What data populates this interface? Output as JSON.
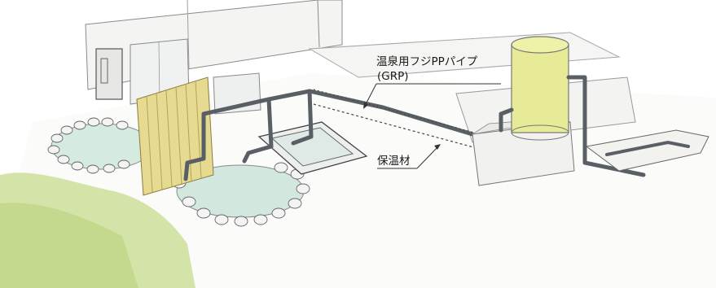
{
  "labels": {
    "pipe_line1": "温泉用フジPPパイプ",
    "pipe_line2": "(GRP)",
    "insulation": "保温材"
  },
  "colors": {
    "tank": "#e8eb9a",
    "fence": "#e2d68a",
    "water": "#cfe6dc",
    "grass": "#cfe0a0",
    "pipe": "#555a60",
    "line": "#4a4a4a"
  }
}
